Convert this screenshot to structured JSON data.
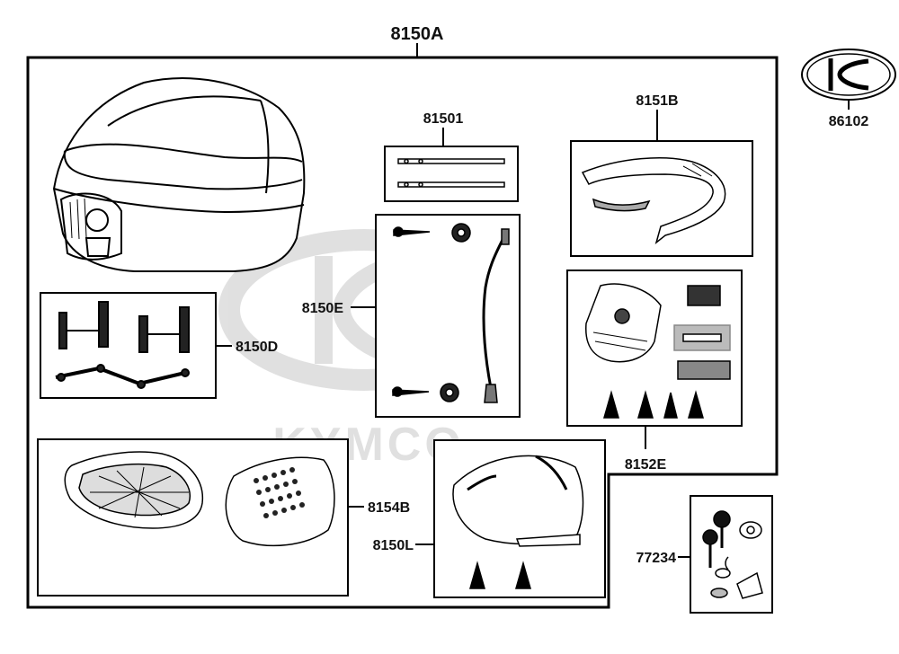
{
  "watermark": {
    "brand": "KYMCO"
  },
  "parts": {
    "main_assembly": "8150A",
    "emblem": "86102",
    "rail": "81501",
    "backrest": "8151B",
    "fasteners": "8150E",
    "hinge_set": "8150D",
    "latch_set": "8152E",
    "inner_trays": "8154B",
    "lid_cover": "8150L",
    "lock_set": "77234"
  }
}
